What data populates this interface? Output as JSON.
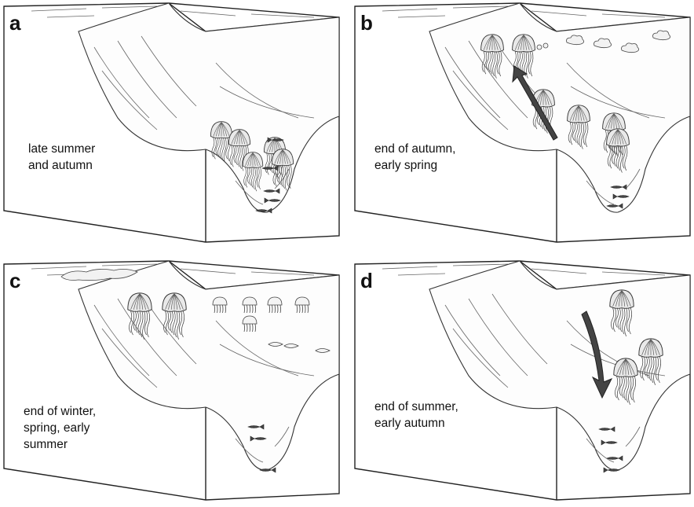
{
  "panels": [
    {
      "id": "a",
      "letter": "a",
      "caption": [
        "late summer",
        "and autumn"
      ]
    },
    {
      "id": "b",
      "letter": "b",
      "caption": [
        "end of autumn,",
        "early spring"
      ]
    },
    {
      "id": "c",
      "letter": "c",
      "caption": [
        "end of winter,",
        "spring, early",
        "summer"
      ]
    },
    {
      "id": "d",
      "letter": "d",
      "caption": [
        "end of summer,",
        "early autumn"
      ]
    }
  ]
}
